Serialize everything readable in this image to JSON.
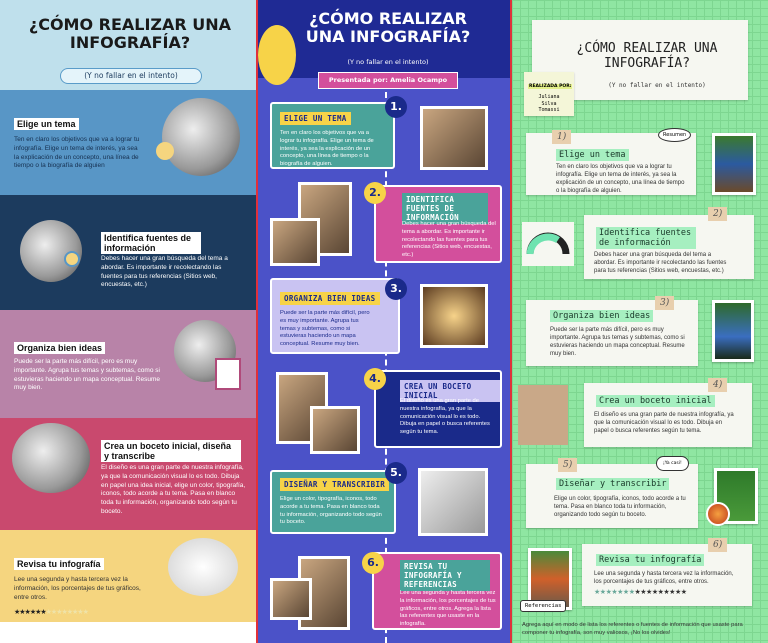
{
  "panel_blue": {
    "title": "¿CÓMO REALIZAR UNA INFOGRAFÍA?",
    "subtitle": "(Y no fallar en el intento)",
    "colors": {
      "header": "#bfe0ec",
      "s1": "#5896c6",
      "s2": "#1c3b5e",
      "s3": "#b883a8",
      "s4": "#c9496e",
      "s5": "#f5d57f"
    },
    "steps": [
      {
        "title": "Elige un tema",
        "text": "Ten en claro los objetivos que va a lograr tu infografía. Elige un tema de interés, ya sea la explicación de un concepto, una línea de tiempo o la biografía de alguien"
      },
      {
        "title": "Identifica fuentes de información",
        "text": "Debes hacer una gran búsqueda del tema a abordar. Es importante ir recolectando las fuentes para tus referencias (Sitios web, encuestas, etc.)"
      },
      {
        "title": "Organiza bien ideas",
        "text": "Puede ser la parte más difícil, pero es muy importante. Agrupa tus temas y subtemas, como si estuvieras haciendo un mapa conceptual. Resume muy bien."
      },
      {
        "title": "Crea un boceto inicial, diseña y transcribe",
        "text": "El diseño es una gran parte de nuestra infografía, ya que la comunicación visual lo es todo. Dibuja en papel una idea inicial, elige un color, tipografía, iconos, todo acorde a tu tema. Pasa en blanco toda tu información, organizando todo según tu boceto."
      },
      {
        "title": "Revisa tu infografía",
        "text": "Lee una segunda y hasta tercera vez la información, los porcentajes de tus gráficos, entre otros."
      }
    ],
    "rating": {
      "filled": 6,
      "total": 14
    }
  },
  "panel_purple": {
    "title": "¿CÓMO REALIZAR UNA INFOGRAFÍA?",
    "subtitle": "(Y no fallar en el intento)",
    "presenter": "Presentada por: Amelia Ocampo",
    "steps": [
      {
        "num": "1.",
        "title": "ELIGE UN TEMA",
        "text": "Ten en claro los objetivos que va a lograr tu infografía. Elige un tema de interés, ya sea la explicación de un concepto, una línea de tiempo o la biografía de alguien.",
        "color": "#4aa39a"
      },
      {
        "num": "2.",
        "title": "IDENTIFICA FUENTES DE INFORMACIÓN",
        "text": "Debes hacer una gran búsqueda del tema a abordar. Es importante ir recolectando las fuentes para tus referencias (Sitios web, encuestas, etc.)",
        "color": "#d34f9c"
      },
      {
        "num": "3.",
        "title": "ORGANIZA BIEN IDEAS",
        "text": "Puede ser la parte más difícil, pero es muy importante. Agrupa tus temas y subtemas, como si estuvieras haciendo un mapa conceptual. Resume muy bien.",
        "color": "#c9c3f2"
      },
      {
        "num": "4.",
        "title": "CREA UN BOCETO INICIAL",
        "text": "El diseño es una gran parte de nuestra infografía, ya que la comunicación visual lo es todo. Dibuja en papel o busca referentes según tu tema.",
        "color": "#1a2a8a"
      },
      {
        "num": "5.",
        "title": "DISEÑAR Y TRANSCRIBIR",
        "text": "Elige un color, tipografía, iconos, todo acorde a tu tema. Pasa en blanco toda tu información, organizando todo según tu boceto.",
        "color": "#4aa39a"
      },
      {
        "num": "6.",
        "title": "REVISA TU INFOGRAFÍA Y REFERENCIAS",
        "text": "Lee una segunda y hasta tercera vez la información, los porcentajes de tus gráficos, entre otros. Agrega la lista las referentes que usaste en la infografía.",
        "color": "#d34f9c"
      }
    ]
  },
  "panel_green": {
    "title": "¿CÓMO REALIZAR UNA INFOGRAFÍA?",
    "subtitle": "(Y no fallar en el intento)",
    "author_label": "REALIZADA POR:",
    "author": "Juliana Silva Tomassi",
    "bubble_resumen": "Resumen",
    "bubble_ya": "¡Ya casi!",
    "steps": [
      {
        "num": "1)",
        "title": "Elige un tema",
        "text": "Ten en claro los objetivos que va a lograr tu infografía. Elige un tema de interés, ya sea la explicación de un concepto, una línea de tiempo o la biografía de alguien."
      },
      {
        "num": "2)",
        "title": "Identifica fuentes de información",
        "text": "Debes hacer una gran búsqueda del tema a abordar.  Es importante ir recolectando las fuentes para tus referencias (Sitios web, encuestas, etc.)"
      },
      {
        "num": "3)",
        "title": "Organiza bien ideas",
        "text": "Puede ser la parte más difícil, pero es muy importante. Agrupa tus temas y subtemas, como si estuvieras haciendo un mapa conceptual. Resume muy bien."
      },
      {
        "num": "4)",
        "title": "Crea un boceto inicial",
        "text": "El diseño es una gran parte de nuestra infografía, ya que la comunicación visual lo es todo. Dibuja en papel o busca referentes según tu tema."
      },
      {
        "num": "5)",
        "title": "Diseñar y transcribir",
        "text": "Elige un color, tipografía, iconos, todo acorde a tu tema. Pasa en blanco toda tu información, organizando todo según tu boceto."
      },
      {
        "num": "6)",
        "title": "Revisa tu infografía",
        "text": "Lee una segunda y hasta tercera vez la información, los porcentajes de tus gráficos, entre otros."
      }
    ],
    "rating": {
      "filled": 7,
      "total": 16
    },
    "gauge_fraction": 0.7,
    "references_label": "Referencias",
    "footer": "Agrega aquí en modo de lista los referentes o fuentes de información que usaste para componer tu infografía, son muy valiosos, ¡No los olvides!"
  }
}
